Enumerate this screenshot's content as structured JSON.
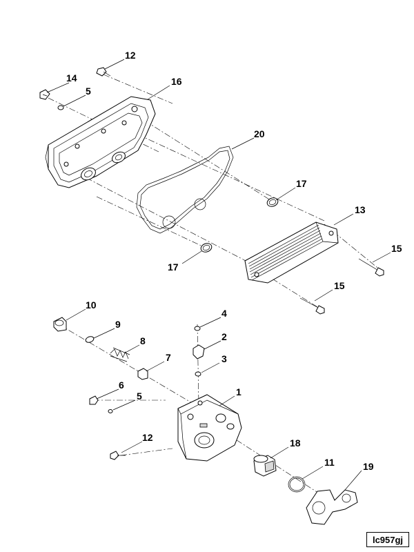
{
  "drawing_id": "lc957gj",
  "callouts": [
    {
      "id": "c12a",
      "text": "12"
    },
    {
      "id": "c14",
      "text": "14"
    },
    {
      "id": "c5a",
      "text": "5"
    },
    {
      "id": "c16",
      "text": "16"
    },
    {
      "id": "c20",
      "text": "20"
    },
    {
      "id": "c17a",
      "text": "17"
    },
    {
      "id": "c13",
      "text": "13"
    },
    {
      "id": "c17b",
      "text": "17"
    },
    {
      "id": "c15a",
      "text": "15"
    },
    {
      "id": "c15b",
      "text": "15"
    },
    {
      "id": "c10",
      "text": "10"
    },
    {
      "id": "c4",
      "text": "4"
    },
    {
      "id": "c9",
      "text": "9"
    },
    {
      "id": "c2",
      "text": "2"
    },
    {
      "id": "c8",
      "text": "8"
    },
    {
      "id": "c3",
      "text": "3"
    },
    {
      "id": "c7",
      "text": "7"
    },
    {
      "id": "c6",
      "text": "6"
    },
    {
      "id": "c1",
      "text": "1"
    },
    {
      "id": "c5b",
      "text": "5"
    },
    {
      "id": "c12b",
      "text": "12"
    },
    {
      "id": "c18",
      "text": "18"
    },
    {
      "id": "c11",
      "text": "11"
    },
    {
      "id": "c19",
      "text": "19"
    }
  ]
}
